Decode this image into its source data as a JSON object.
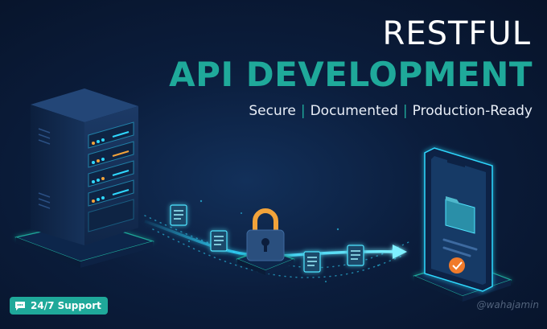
{
  "headline": {
    "line1": "RESTFUL",
    "line2": "API DEVELOPMENT"
  },
  "tagline": {
    "items": [
      "Secure",
      "Documented",
      "Production-Ready"
    ],
    "separator": "|"
  },
  "badge": {
    "label": "24/7 Support",
    "icon": "chat-bubble-icon"
  },
  "watermark": "@wahajamin",
  "illustration": {
    "left": "server-rack-icon",
    "center": "padlock-icon",
    "right": "smartphone-icon",
    "flow": "data-flow-arrow",
    "packets": "document-icon"
  },
  "colors": {
    "background": "#0b1d3c",
    "accent": "#1fa99a",
    "glow": "#2fd8ff",
    "lock": "#f2a33a",
    "check": "#f07a2a",
    "text": "#ffffff"
  }
}
